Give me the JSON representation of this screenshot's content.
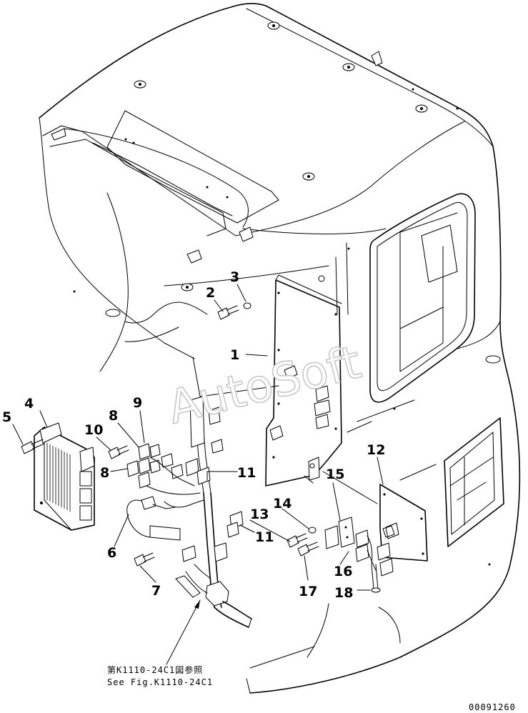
{
  "watermark": "AutoSoft",
  "callouts": [
    "1",
    "2",
    "3",
    "4",
    "5",
    "6",
    "7",
    "8",
    "8",
    "9",
    "10",
    "11",
    "11",
    "12",
    "13",
    "14",
    "15",
    "16",
    "17",
    "18"
  ],
  "reference_note": {
    "line1": "第K1110-24C1図参照",
    "line2": "See Fig.K1110-24C1"
  },
  "drawing_number": "00091260"
}
